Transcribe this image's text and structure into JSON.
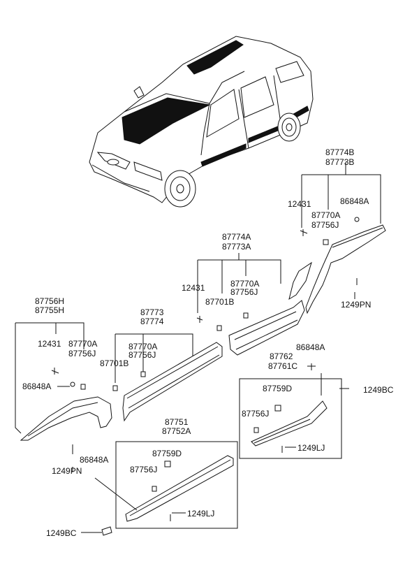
{
  "labels": {
    "l87774b": "87774B",
    "l87773b": "87773B",
    "l12431_a": "12431",
    "l87770a_a": "87770A",
    "l87756j_a": "87756J",
    "l86848a_a": "86848A",
    "l1249pn_a": "1249PN",
    "l87774a": "87774A",
    "l87773a": "87773A",
    "l12431_b": "12431",
    "l87770a_b": "87770A",
    "l87756j_b": "87756J",
    "l87701b_b": "87701B",
    "l87756h": "87756H",
    "l87755h": "87755H",
    "l12431_c": "12431",
    "l87770a_c": "87770A",
    "l87756j_c": "87756J",
    "l86848a_c": "86848A",
    "l1249pn_c": "1249PN",
    "l87773": "87773",
    "l87774": "87774",
    "l87770a_d": "87770A",
    "l87756j_d": "87756J",
    "l87701b_d": "87701B",
    "l86848a_e": "86848A",
    "l87762": "87762",
    "l87761c": "87761C",
    "l87759d_e": "87759D",
    "l87756j_e": "87756J",
    "l1249bc_e": "1249BC",
    "l1249lj_e": "1249LJ",
    "l87751": "87751",
    "l87752a": "87752A",
    "l87759d_f": "87759D",
    "l87756j_f": "87756J",
    "l1249lj_f": "1249LJ",
    "l86848a_f": "86848A",
    "l1249bc_f": "1249BC"
  }
}
